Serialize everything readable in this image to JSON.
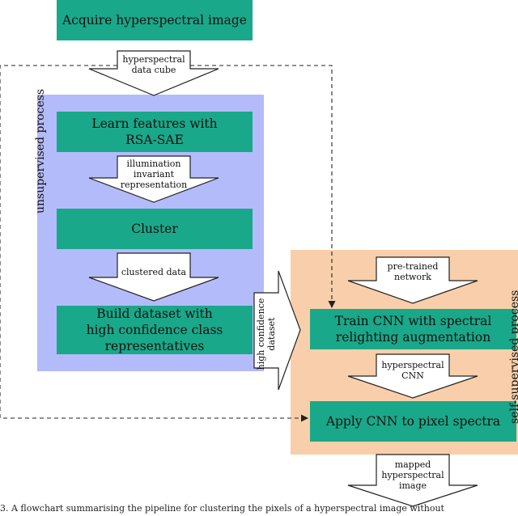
{
  "colors": {
    "node_fill": "#1aa88a",
    "unsupervised_region": "#b3bbfa",
    "self_supervised_region": "#f8cfaa",
    "stroke": "#222222"
  },
  "nodes": {
    "acquire": "Acquire hyperspectral image",
    "learn_line1": "Learn features with",
    "learn_line2": "RSA-SAE",
    "cluster": "Cluster",
    "build_line1": "Build dataset with",
    "build_line2": "high confidence class",
    "build_line3": "representatives",
    "train_line1": "Train CNN with spectral",
    "train_line2": "relighting augmentation",
    "apply": "Apply CNN to pixel spectra"
  },
  "arrow_labels": {
    "cube_line1": "hyperspectral",
    "cube_line2": "data cube",
    "illum_line1": "illumination",
    "illum_line2": "invariant",
    "illum_line3": "representation",
    "clustered": "clustered data",
    "pretrained_line1": "pre-trained",
    "pretrained_line2": "network",
    "hscnn_line1": "hyperspectral",
    "hscnn_line2": "CNN",
    "dataset_line1": "high confidence",
    "dataset_line2": "dataset",
    "mapped_line1": "mapped",
    "mapped_line2": "hyperspectral",
    "mapped_line3": "image"
  },
  "regions": {
    "unsupervised": "unsupervised process",
    "self_supervised": "self-supervised process"
  },
  "caption": "3. A flowchart summarising the pipeline for clustering the pixels of a hyperspectral image without"
}
